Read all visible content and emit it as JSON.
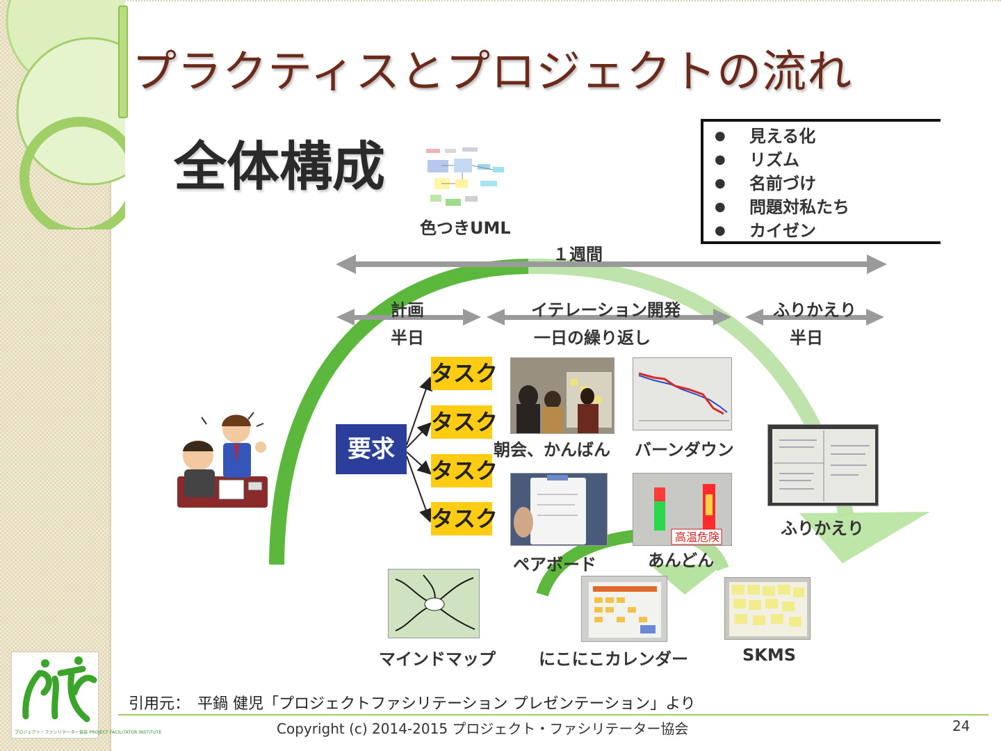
{
  "slide": {
    "title": "プラクティスとプロジェクトの流れ",
    "heading": "全体構成",
    "uml_label": "色つきUML",
    "legend": [
      "見える化",
      "リズム",
      "名前づけ",
      "問題対私たち",
      "カイゼン"
    ],
    "legend_bullet": "●",
    "week_label": "１週間",
    "phases": {
      "plan": {
        "top": "計画",
        "bottom": "半日"
      },
      "iteration": {
        "top": "イテレーション開発",
        "bottom": "一日の繰り返し"
      },
      "retro": {
        "top": "ふりかえり",
        "bottom": "半日"
      }
    },
    "requirement": "要求",
    "tasks": [
      "タスク",
      "タスク",
      "タスク",
      "タスク"
    ],
    "photo_labels": {
      "morning": "朝会、かんばん",
      "burndown": "バーンダウン",
      "pairboard": "ペアボード",
      "andon": "あんどん",
      "retro": "ふりかえり",
      "mindmap": "マインドマップ",
      "niko": "にこにこカレンダー",
      "skms": "SKMS"
    },
    "andon_sign": "高温危険",
    "citation": "引用元：　平鍋 健児「プロジェクトファシリテーション プレゼンテーション」より",
    "copyright": "Copyright (c) 2014-2015 プロジェクト・ファシリテーター協会",
    "page_number": "24",
    "logo_caption": "プロジェクト・ファシリテーター協会 PROJECT FACILITATOR INSTITUTE"
  },
  "colors": {
    "title": "#6b2a1a",
    "accent_green": "#6cbf4a",
    "task_yellow": "#ffcc14",
    "requirement_blue": "#2b3f9a",
    "arrow_gray": "#9a9a9a"
  }
}
